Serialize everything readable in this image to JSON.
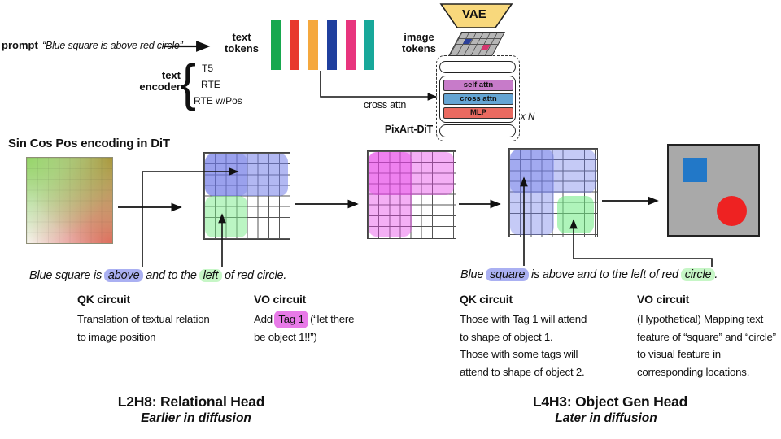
{
  "colors": {
    "token_bars": [
      "#17a84e",
      "#e8392e",
      "#f5a83e",
      "#1f3f9e",
      "#e8357e",
      "#18a89a"
    ],
    "self_attn_block": "#c77bc9",
    "cross_attn_block": "#64a5d4",
    "mlp_block": "#ea6a60",
    "vae_fill": "#f8d87c",
    "imgtok_blue_cell": "#2a3f9a",
    "imgtok_pink_cell": "#d6356e",
    "highlight_blue": "#aab0f2",
    "highlight_green": "#c6f6c6",
    "highlight_magenta": "#e87ae8",
    "blue_square": "#2278c8",
    "red_circle": "#ee2222",
    "canvas_gray": "#a9a9a9"
  },
  "top": {
    "prompt_label": "prompt",
    "prompt_quote": "“Blue square is above red circle”",
    "text_tokens_label": "text tokens",
    "text_encoder_label": "text encoder",
    "brace": "{",
    "encoder_options": [
      "T5",
      "RTE",
      "RTE w/Pos"
    ],
    "vae_label": "VAE",
    "image_tokens_label": "image tokens",
    "cross_attn_arrow_label": "cross attn",
    "pixart_label": "PixArt-DiT",
    "blocks": [
      {
        "label": "self attn"
      },
      {
        "label": "cross attn"
      },
      {
        "label": "MLP"
      }
    ],
    "repeat_label": "x N"
  },
  "middle": {
    "sincos_label": "Sin Cos Pos encoding in DiT"
  },
  "left": {
    "sentence": [
      {
        "t": "Blue square is "
      },
      {
        "t": "above",
        "hl": "blue"
      },
      {
        "t": " and to the "
      },
      {
        "t": "left",
        "hl": "green"
      },
      {
        "t": " of red circle."
      }
    ],
    "qk_title": "QK circuit",
    "qk_body": "Translation of textual relation\nto image position",
    "vo_title": "VO circuit",
    "vo_pre": "Add ",
    "vo_tag": "Tag 1",
    "vo_post": " (“let there be object 1!!”)",
    "head_title": "L2H8: Relational Head",
    "head_sub": "Earlier in diffusion"
  },
  "right": {
    "sentence": [
      {
        "t": "Blue "
      },
      {
        "t": "square",
        "hl": "blue"
      },
      {
        "t": " is above and to the left of red "
      },
      {
        "t": "circle",
        "hl": "green"
      },
      {
        "t": "."
      }
    ],
    "qk_title": "QK circuit",
    "qk_body": "Those with Tag 1 will attend\nto shape of object 1.\nThose with some tags will\nattend to shape of object 2.",
    "vo_title": "VO circuit",
    "vo_body": "(Hypothetical) Mapping text\nfeature of “square” and “circle”\nto visual feature in\ncorresponding locations.",
    "head_title": "L4H3: Object Gen Head",
    "head_sub": "Later in diffusion"
  }
}
